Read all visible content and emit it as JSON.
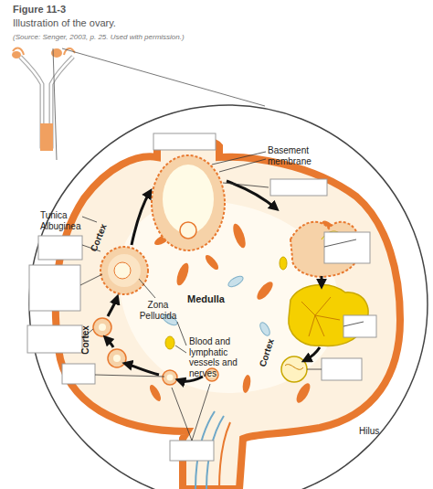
{
  "diagram": {
    "title": "Figure 11-3",
    "caption": "Illustration of the ovary.",
    "labels": [
      "(Source: Senger, 2003, p. 25. Used with permission.)",
      "Basement membrane",
      "Tunica Albuginea",
      "Cortex",
      "Cortex",
      "Cortex",
      "Zona Pellucida",
      "Medulla",
      "Blood and lymphatic vessels and nerves",
      "Hilus"
    ]
  }
}
